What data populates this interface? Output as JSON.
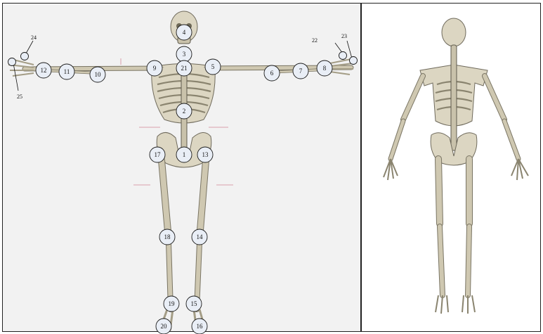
{
  "diagram": {
    "joints": [
      {
        "id": "j1",
        "label": "1"
      },
      {
        "id": "j2",
        "label": "2"
      },
      {
        "id": "j3",
        "label": "3"
      },
      {
        "id": "j4",
        "label": "4"
      },
      {
        "id": "j5",
        "label": "5"
      },
      {
        "id": "j6",
        "label": "6"
      },
      {
        "id": "j7",
        "label": "7"
      },
      {
        "id": "j8",
        "label": "8"
      },
      {
        "id": "j9",
        "label": "9"
      },
      {
        "id": "j10",
        "label": "10"
      },
      {
        "id": "j11",
        "label": "11"
      },
      {
        "id": "j12",
        "label": "12"
      },
      {
        "id": "j13",
        "label": "13"
      },
      {
        "id": "j14",
        "label": "14"
      },
      {
        "id": "j15",
        "label": "15"
      },
      {
        "id": "j16",
        "label": "16"
      },
      {
        "id": "j17",
        "label": "17"
      },
      {
        "id": "j18",
        "label": "18"
      },
      {
        "id": "j19",
        "label": "19"
      },
      {
        "id": "j20",
        "label": "20"
      },
      {
        "id": "j21",
        "label": "21"
      }
    ],
    "fingertip_markers": [
      {
        "id": "j22",
        "label": "22"
      },
      {
        "id": "j23",
        "label": "23"
      },
      {
        "id": "j24",
        "label": "24"
      },
      {
        "id": "j25",
        "label": "25"
      }
    ]
  }
}
